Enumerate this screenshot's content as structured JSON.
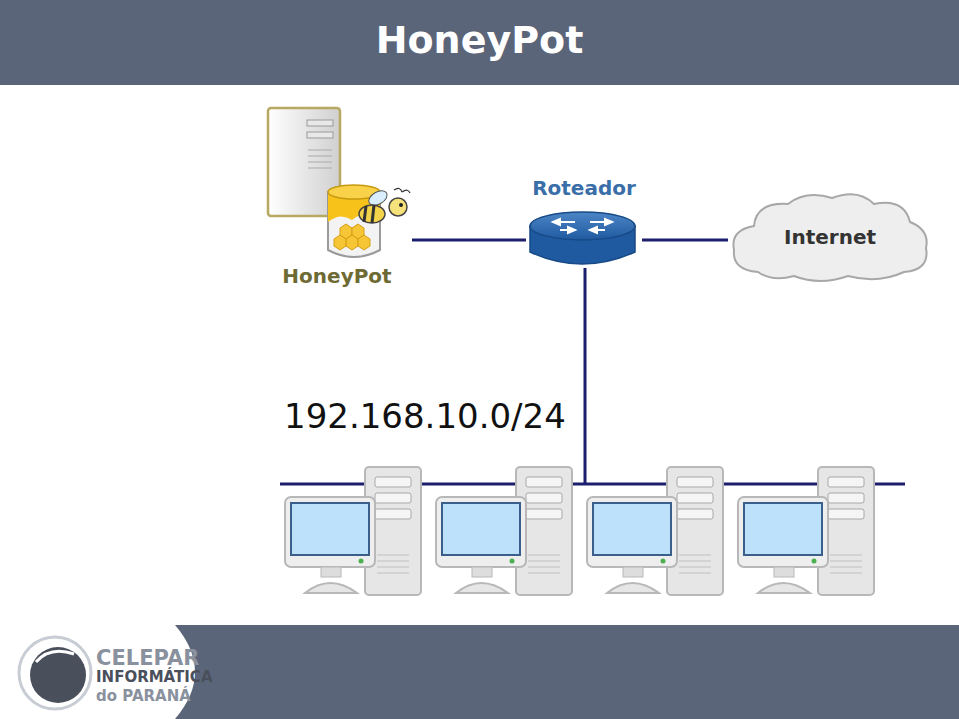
{
  "diagram": {
    "title": "HoneyPot",
    "nodes": [
      {
        "text": [
          "HoneyPot"
        ]
      },
      {
        "text": [
          "Roteador"
        ]
      },
      {
        "text": [
          "Internet"
        ]
      }
    ],
    "edges": [
      {
        "from": 0,
        "to": 1,
        "arrow": "none"
      },
      {
        "from": 1,
        "to": 2,
        "arrow": "none"
      }
    ],
    "labels": [
      "192.168.10.0/24",
      "CELEPAR",
      "INFORMÁTICA",
      "do PARANÁ"
    ]
  }
}
